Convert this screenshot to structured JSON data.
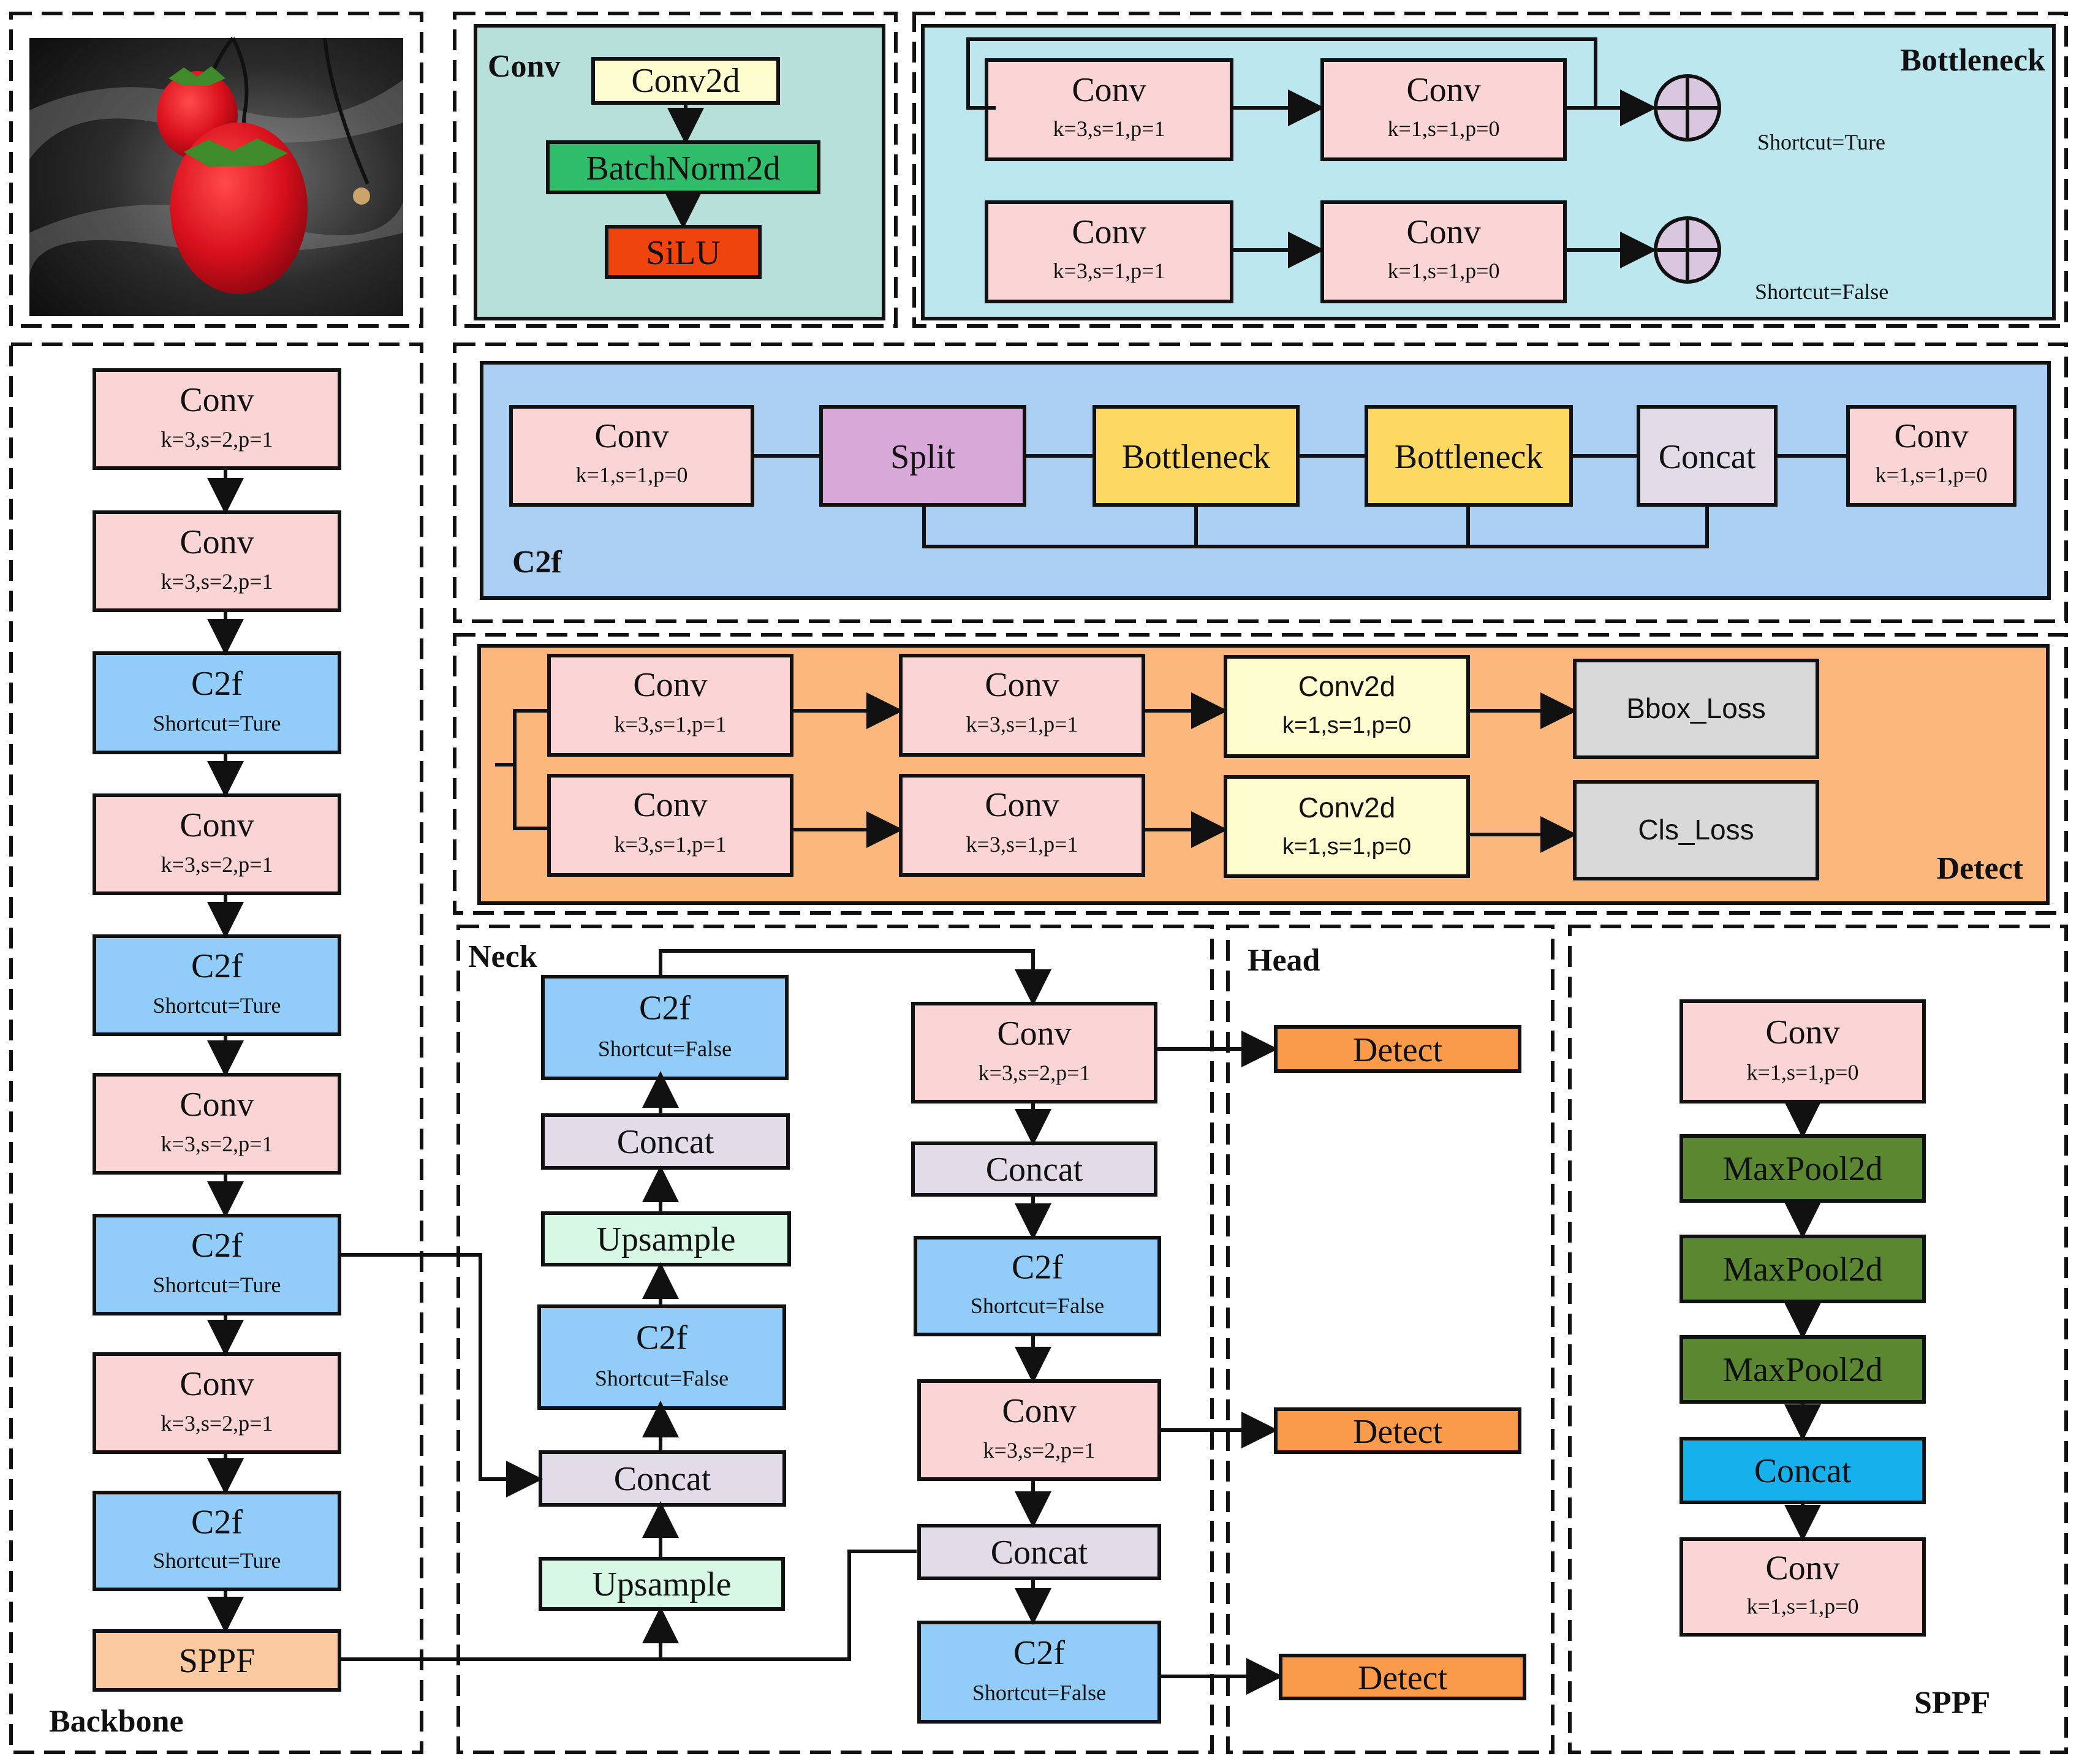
{
  "colors": {
    "conv": "#fbd5d5",
    "c2f": "#92ccf8",
    "concat": "#e2dbe8",
    "upsample": "#d6f8e4",
    "sppf": "#fbcaa0",
    "detect": "#f99b4b",
    "conv2d": "#fdfdcf",
    "batchnorm": "#2fbd6c",
    "silu": "#f0440e",
    "split": "#d8a9d8",
    "bottleneck": "#fdd862",
    "loss": "#d9d9d9",
    "maxpool": "#5c8731",
    "concat_sppf": "#16b1ec",
    "conv_panel": "#b7e0da",
    "bottleneck_panel": "#bde7ef",
    "c2f_panel": "#aacff2",
    "detect_panel": "#fbb77c",
    "add_circle": "#d8c7de"
  },
  "photo": {
    "icon": "strawberry-photo"
  },
  "sections": {
    "conv": "Conv",
    "bottleneck": "Bottleneck",
    "c2f": "C2f",
    "detect": "Detect",
    "backbone": "Backbone",
    "neck": "Neck",
    "head": "Head",
    "sppf": "SPPF"
  },
  "conv_module": {
    "conv2d": "Conv2d",
    "batchnorm": "BatchNorm2d",
    "silu": "SiLU"
  },
  "bottleneck_module": {
    "row1": {
      "conv_a": "Conv",
      "param_a": "k=3,s=1,p=1",
      "conv_b": "Conv",
      "param_b": "k=1,s=1,p=0",
      "shortcut": "Shortcut=Ture"
    },
    "row2": {
      "conv_a": "Conv",
      "param_a": "k=3,s=1,p=1",
      "conv_b": "Conv",
      "param_b": "k=1,s=1,p=0",
      "shortcut": "Shortcut=False"
    }
  },
  "c2f_module": {
    "conv_in": "Conv",
    "param_in": "k=1,s=1,p=0",
    "split": "Split",
    "bottleneck_1": "Bottleneck",
    "bottleneck_2": "Bottleneck",
    "concat": "Concat",
    "conv_out": "Conv",
    "param_out": "k=1,s=1,p=0"
  },
  "detect_module": {
    "top": {
      "conv_a": "Conv",
      "param_a": "k=3,s=1,p=1",
      "conv_b": "Conv",
      "param_b": "k=3,s=1,p=1",
      "conv2d": "Conv2d",
      "param_c": "k=1,s=1,p=0",
      "loss": "Bbox_Loss"
    },
    "bottom": {
      "conv_a": "Conv",
      "param_a": "k=3,s=1,p=1",
      "conv_b": "Conv",
      "param_b": "k=3,s=1,p=1",
      "conv2d": "Conv2d",
      "param_c": "k=1,s=1,p=0",
      "loss": "Cls_Loss"
    }
  },
  "backbone": [
    {
      "name": "Conv",
      "param": "k=3,s=2,p=1"
    },
    {
      "name": "Conv",
      "param": "k=3,s=2,p=1"
    },
    {
      "name": "C2f",
      "param": "Shortcut=Ture"
    },
    {
      "name": "Conv",
      "param": "k=3,s=2,p=1"
    },
    {
      "name": "C2f",
      "param": "Shortcut=Ture"
    },
    {
      "name": "Conv",
      "param": "k=3,s=2,p=1"
    },
    {
      "name": "C2f",
      "param": "Shortcut=Ture"
    },
    {
      "name": "Conv",
      "param": "k=3,s=2,p=1"
    },
    {
      "name": "C2f",
      "param": "Shortcut=Ture"
    },
    {
      "name": "SPPF",
      "param": ""
    }
  ],
  "neck": {
    "left": [
      {
        "name": "C2f",
        "param": "Shortcut=False"
      },
      {
        "name": "Concat",
        "param": ""
      },
      {
        "name": "Upsample",
        "param": ""
      },
      {
        "name": "C2f",
        "param": "Shortcut=False"
      },
      {
        "name": "Concat",
        "param": ""
      },
      {
        "name": "Upsample",
        "param": ""
      }
    ],
    "right": [
      {
        "name": "Conv",
        "param": "k=3,s=2,p=1"
      },
      {
        "name": "Concat",
        "param": ""
      },
      {
        "name": "C2f",
        "param": "Shortcut=False"
      },
      {
        "name": "Conv",
        "param": "k=3,s=2,p=1"
      },
      {
        "name": "Concat",
        "param": ""
      },
      {
        "name": "C2f",
        "param": "Shortcut=False"
      }
    ]
  },
  "head": [
    "Detect",
    "Detect",
    "Detect"
  ],
  "sppf_module": [
    {
      "name": "Conv",
      "param": "k=1,s=1,p=0"
    },
    {
      "name": "MaxPool2d",
      "param": ""
    },
    {
      "name": "MaxPool2d",
      "param": ""
    },
    {
      "name": "MaxPool2d",
      "param": ""
    },
    {
      "name": "Concat",
      "param": ""
    },
    {
      "name": "Conv",
      "param": "k=1,s=1,p=0"
    }
  ]
}
